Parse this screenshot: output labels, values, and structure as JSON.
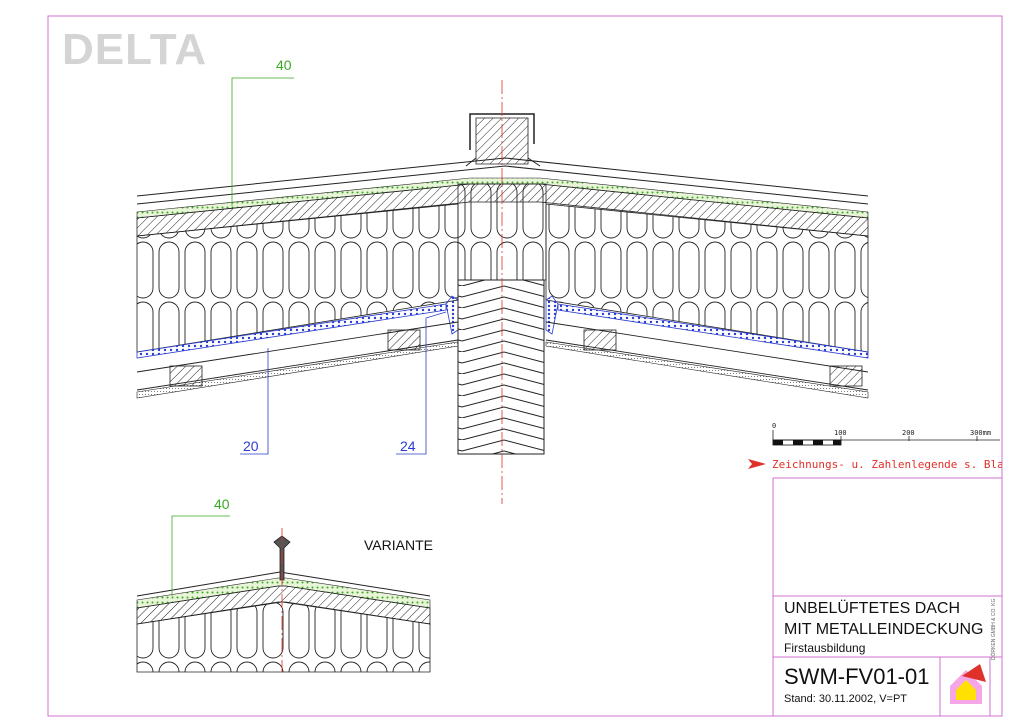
{
  "logo": "DELTA",
  "callouts": {
    "top_left": "40",
    "bottom_left": "20",
    "bottom_mid": "24",
    "variant": "40"
  },
  "variant_label": "VARIANTE",
  "scale": {
    "t0": "0",
    "t1": "100",
    "t2": "200",
    "t3": "300mm"
  },
  "legend_note": "Zeichnungs- u. Zahlenlegende s. Blatt DLT-LGO",
  "title_block": {
    "line1": "UNBELÜFTETES DACH",
    "line2": "MIT METALLEINDECKUNG",
    "subtitle": "Firstausbildung",
    "code": "SWM-FV01-01",
    "stand": "Stand: 30.11.2002,     V=PT",
    "vertical_code": "DÖRKEN GMBH & CO. KG"
  },
  "colors": {
    "frame": "#d070d0",
    "green": "#3aaa22",
    "blue": "#2a3ccc",
    "red": "#e0302a"
  }
}
